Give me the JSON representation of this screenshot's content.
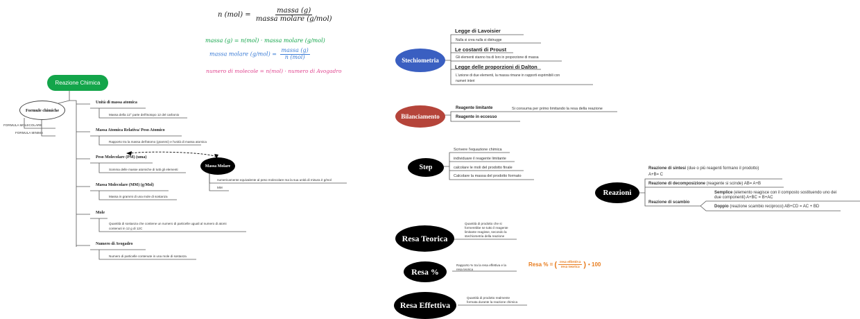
{
  "formulas": {
    "moles": {
      "lhs": "n (mol) =",
      "num": "massa (g)",
      "den": "massa molare (g/mol)"
    },
    "mass": "massa (g) = n(mol) · massa molare (g/mol)",
    "molar_mass": {
      "lhs": "massa molare (g/mol) =",
      "num": "massa (g)",
      "den": "n (mol)"
    },
    "molecules": "numero di molecole = n(mol) · numero di Avogadro"
  },
  "colors": {
    "green": "#13a54a",
    "blue": "#3a7bd5",
    "pink": "#e0458f",
    "orange": "#e87c1e",
    "stech": "#3a5fc1",
    "bilan": "#b5443a"
  },
  "left": {
    "root": "Reazione Chimica",
    "formule": "Formule chimiche",
    "formula_molecolare": "FORMULA MOLECOLARE",
    "formula_minima": "FORMULA MINIMA",
    "items": [
      {
        "title": "Unità di massa atomica",
        "desc": "Massa della 12° parte dell'isotopo 12 del carbonio"
      },
      {
        "title": "Massa Atomica Relativa/ Peso Atomico",
        "desc": "Rapporto tra la massa dell'atomo (grammi) e l'unità di massa atomica"
      },
      {
        "title": "Peso Molecolare (PM) (uma)",
        "desc": "Somma delle masse atomiche di tutti gli elementi"
      },
      {
        "title": "Massa Molecolare (MM) (g/Mol)",
        "desc": "Massa in grammi di una mole di sostanza"
      },
      {
        "title": "Mole",
        "desc": "Quantità di sostanza che contiene un numero di particelle uguali al numero di atomi",
        "desc2": "contenuti in 12 g di 12C"
      },
      {
        "title": "Numero di Avogadro",
        "desc": "Numero di particelle contenute in una mole di sostanza"
      }
    ],
    "massa_molare": "Massa Molare",
    "massa_molare_desc": "numericamente equivalente al peso molecolare ma la sua unità di misura è g/mol",
    "mm": "MM"
  },
  "stechiometria": {
    "label": "Stechiometria",
    "items": [
      {
        "title": "Legge di Lavoisier",
        "desc": "Nulla si crea nulla si distrugge"
      },
      {
        "title": "Le costanti di Proust",
        "desc": "Gli elementi stanno tra di loro in proporzione di massa"
      },
      {
        "title": "Legge delle proporzioni di Dalton",
        "desc": "L'unione di due elementi, la massa rimane in rapporti esprimibili con",
        "desc2": "numeri interi"
      }
    ]
  },
  "bilanciamento": {
    "label": "Bilanciamento",
    "reagente_limitante": "Reagente limitante",
    "reagente_limitante_desc": "Si consuma per primo limitando la resa della reazione",
    "reagente_eccesso": "Reagente in eccesso"
  },
  "step": {
    "label": "Step",
    "items": [
      "Scrivere l'equazione chimica",
      "individuare il reagente limitante",
      "calcolare le moli del prodotto finale",
      "Calcolare la massa del prodotto formato"
    ]
  },
  "reazioni": {
    "label": "Reazioni",
    "sintesi_bold": "Reazione di sintesi",
    "sintesi_rest": " (due o più reagenti formano il prodotto)",
    "sintesi_eq": "A+B= C",
    "decomp_bold": "Reazione di decomposizione",
    "decomp_rest": " (reagente si scinde) AB= A+B",
    "scambio_bold": "Reazione di scambio",
    "semplice_bold": "Semplice",
    "semplice_rest": " (elemento reagisce con il composto sostituendo uno dei",
    "semplice_rest2": "due componenti)  A+BC = B+AC",
    "doppio_bold": "Doppio",
    "doppio_rest": " (reazione scambio reciproco) AB+CD = AC + BD"
  },
  "resa": {
    "teorica": "Resa Teorica",
    "teorica_desc": [
      "Quantità di prodotto che si",
      "formerebbe se tutto il reagente",
      "limitante reagisse, secondo la",
      "stechiometria della reazione"
    ],
    "percent": "Resa %",
    "percent_desc": [
      "Rapporto % tra la resa effettiva e la",
      "resa teorica"
    ],
    "formula_lhs": "Resa % =",
    "formula_num": "resa effettiva",
    "formula_den": "resa teorica",
    "formula_rhs": "• 100",
    "effettiva": "Resa Effettiva",
    "effettiva_desc": [
      "Quantità di prodotto realmente",
      "formata durante la reazione chimica"
    ]
  }
}
